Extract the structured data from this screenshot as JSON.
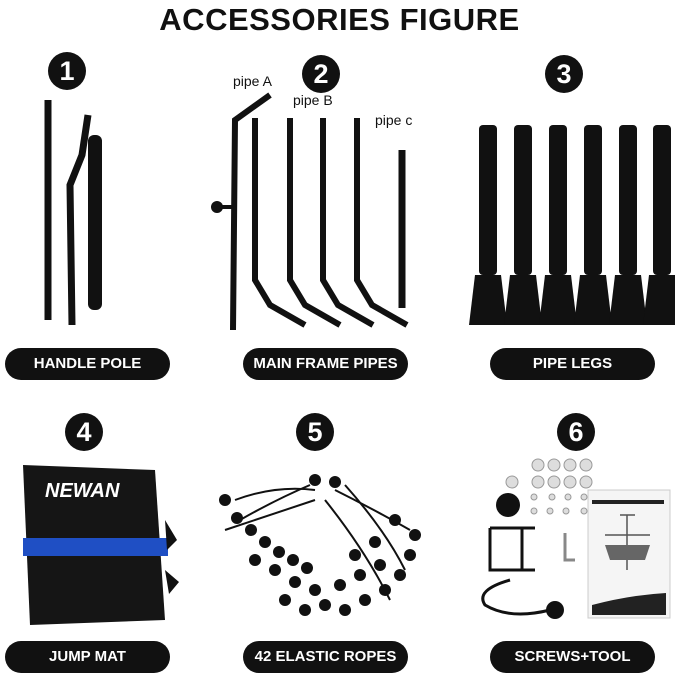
{
  "title": "ACCESSORIES FIGURE",
  "items": [
    {
      "number": "1",
      "label": "HANDLE POLE"
    },
    {
      "number": "2",
      "label": "MAIN FRAME PIPES"
    },
    {
      "number": "3",
      "label": "PIPE LEGS"
    },
    {
      "number": "4",
      "label": "JUMP MAT"
    },
    {
      "number": "5",
      "label": "42 ELASTIC ROPES"
    },
    {
      "number": "6",
      "label": "SCREWS+TOOL"
    }
  ],
  "pipe_labels": {
    "a": "pipe A",
    "b": "pipe B",
    "c": "pipe c"
  },
  "mat_brand": "NEWAN",
  "colors": {
    "dark": "#111111",
    "mat_band": "#1f4fc4"
  }
}
